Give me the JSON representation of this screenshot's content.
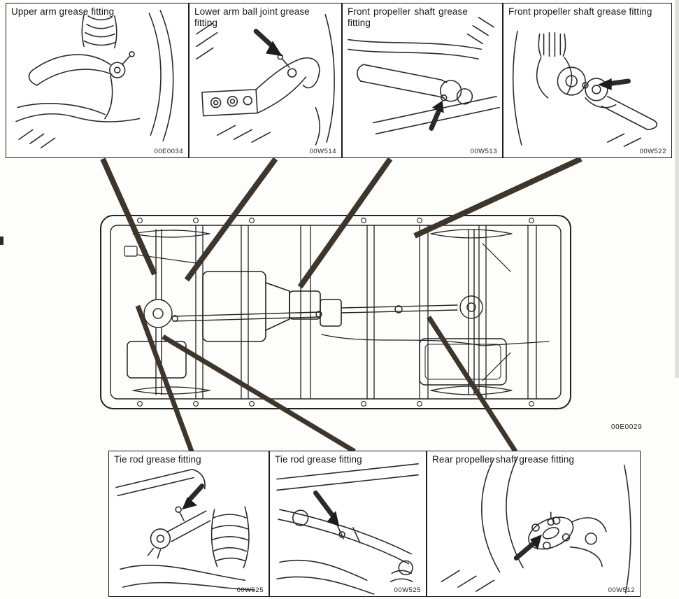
{
  "document": {
    "chassis_code": "00E0029"
  },
  "top_panels": [
    {
      "title": "Upper arm grease fitting",
      "code": "00E0034"
    },
    {
      "title": "Lower arm ball joint grease fitting",
      "code": "00W514"
    },
    {
      "title": "Front propeller shaft grease fitting",
      "code": "00W513"
    },
    {
      "title": "Front propeller shaft grease fitting",
      "code": "00W522"
    }
  ],
  "bottom_panels": [
    {
      "title": "Tie rod grease fitting",
      "code": "00W525"
    },
    {
      "title": "Tie rod grease fitting",
      "code": "00W525"
    },
    {
      "title": "Rear propeller shaft grease fitting",
      "code": "00W512"
    }
  ],
  "colors": {
    "leader_line": "#3e352b",
    "ink": "#222222",
    "panel_border": "#1b1b1b",
    "background": "#fdfdfc"
  }
}
